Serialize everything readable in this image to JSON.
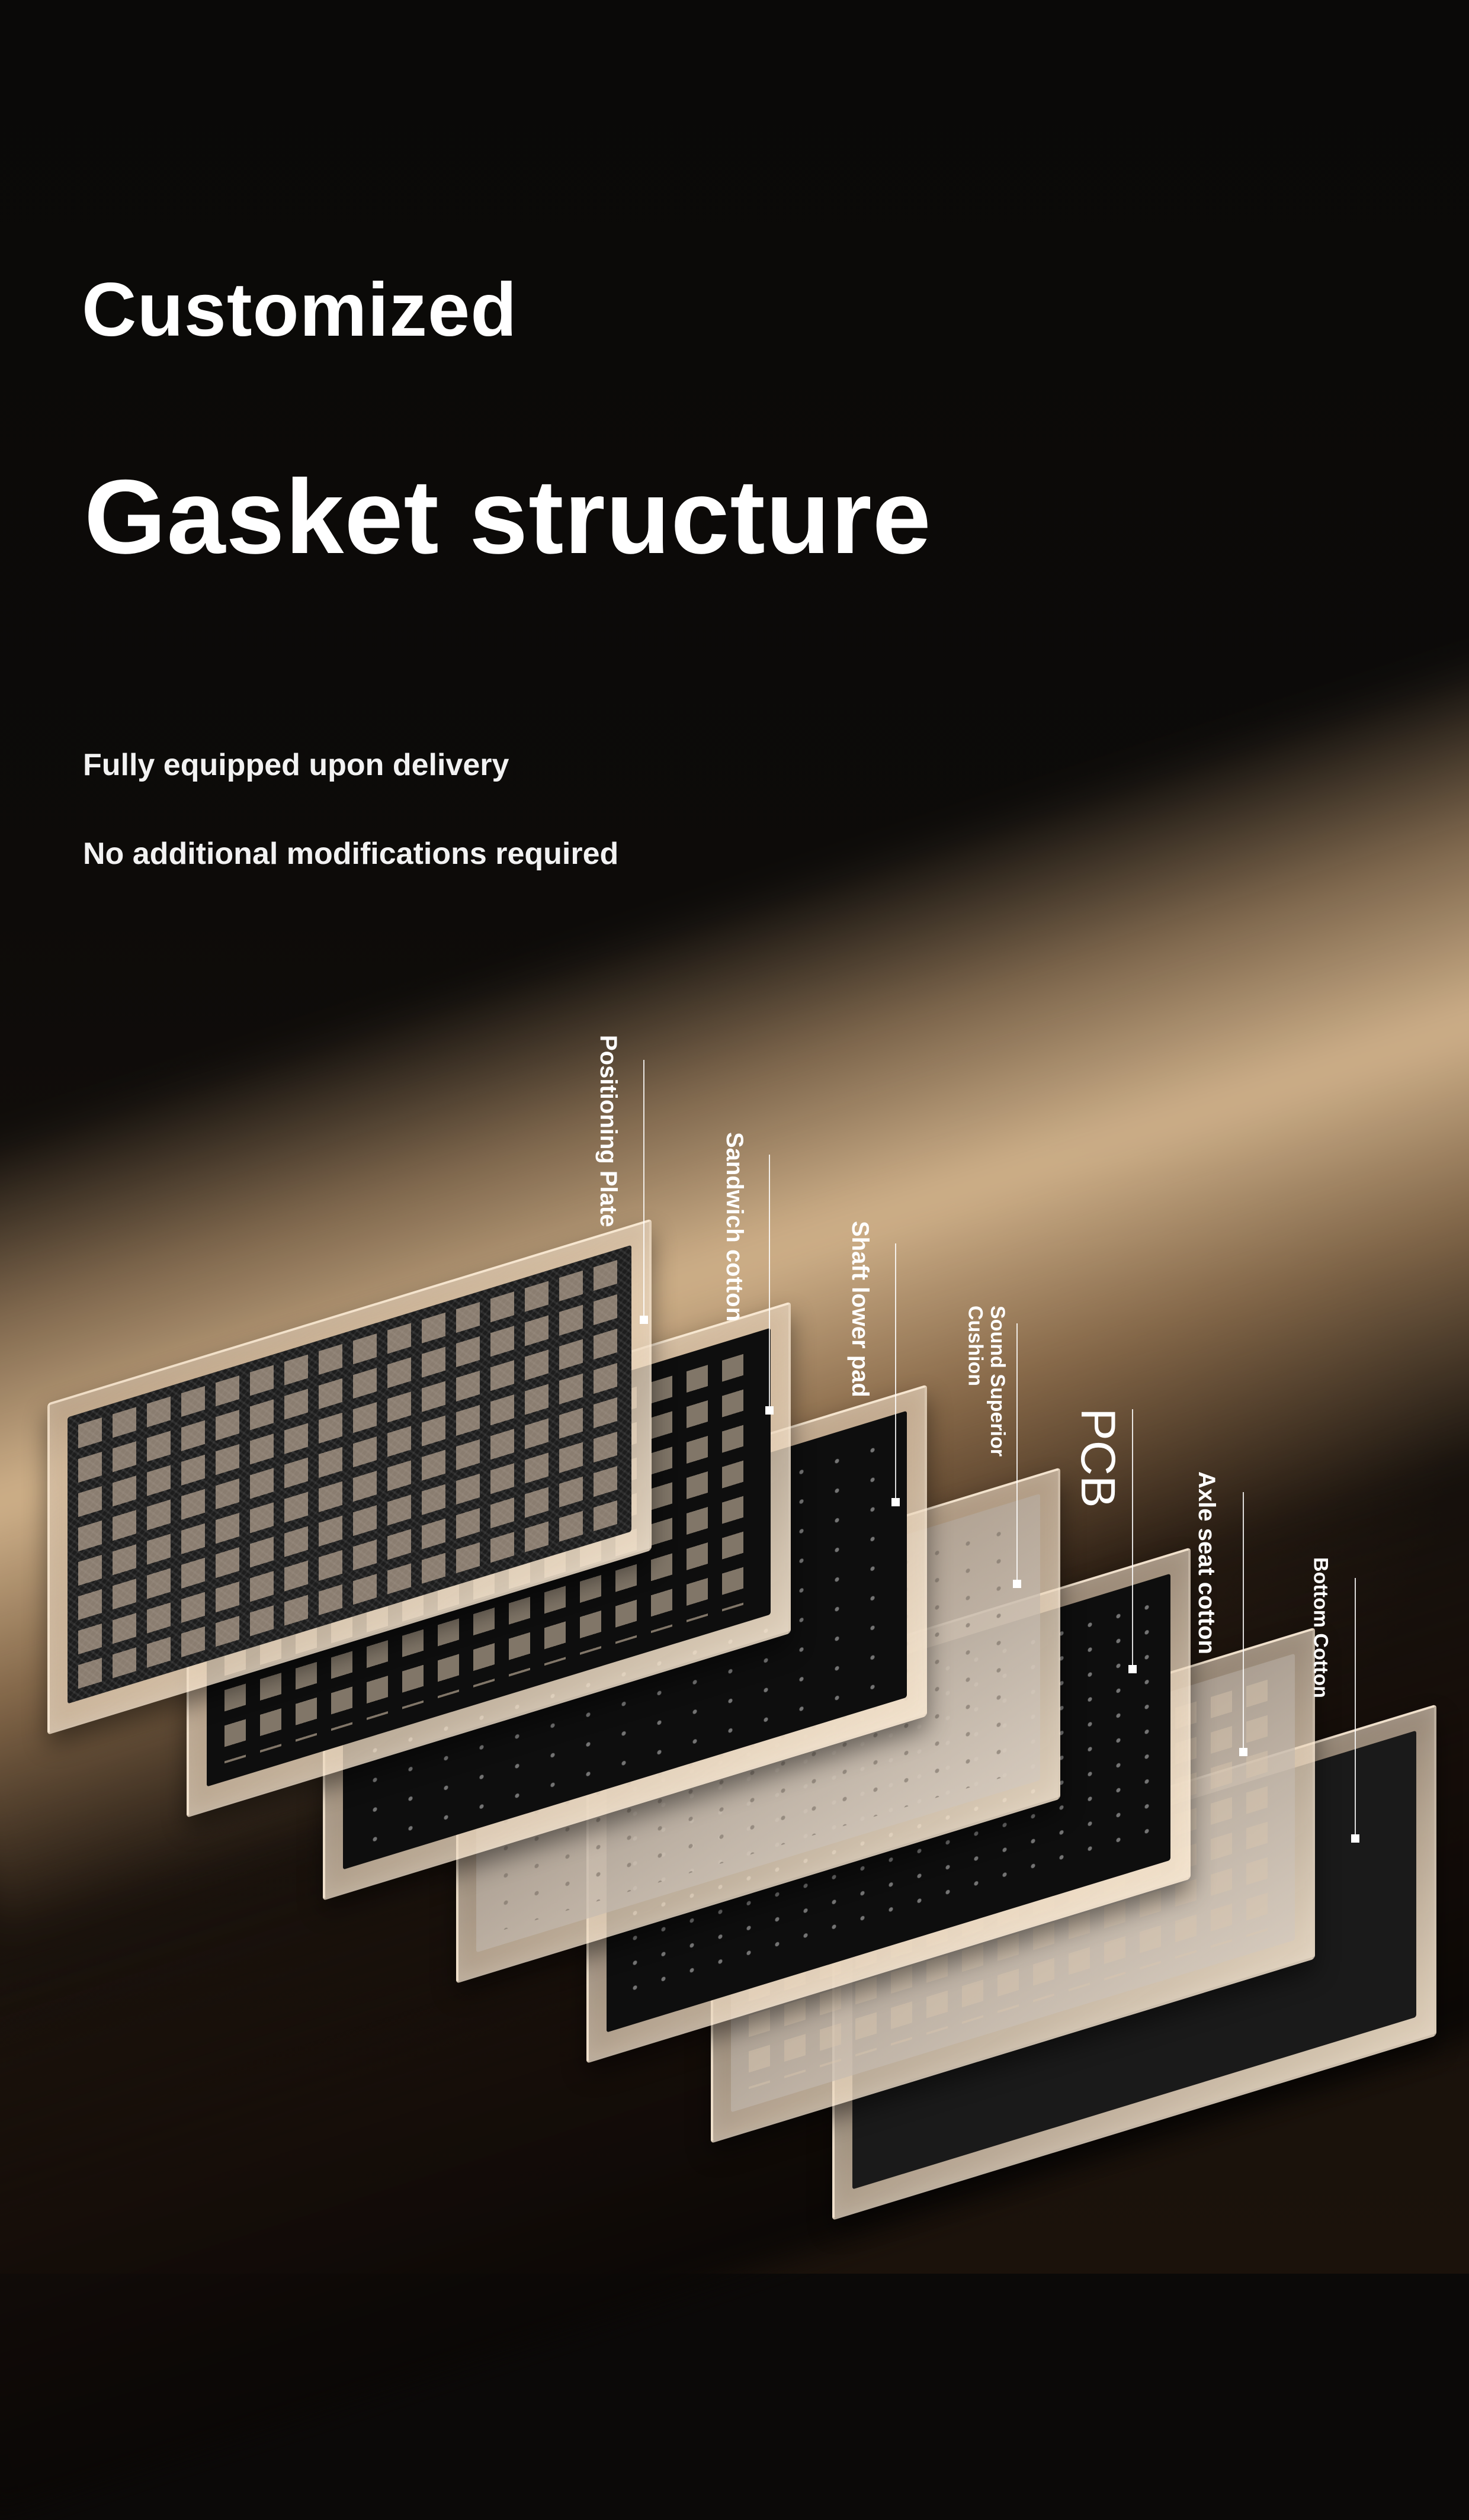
{
  "heading": {
    "line1": "Customized",
    "line2": "Gasket structure"
  },
  "features": [
    "Fully equipped upon delivery",
    "No additional modifications required"
  ],
  "layers": [
    "Positioning Plate",
    "Sandwich cotton",
    "Shaft lower pad",
    "Sound Superior Cushion",
    "PCB",
    "Axle seat cotton",
    "Bottom Cotton"
  ]
}
